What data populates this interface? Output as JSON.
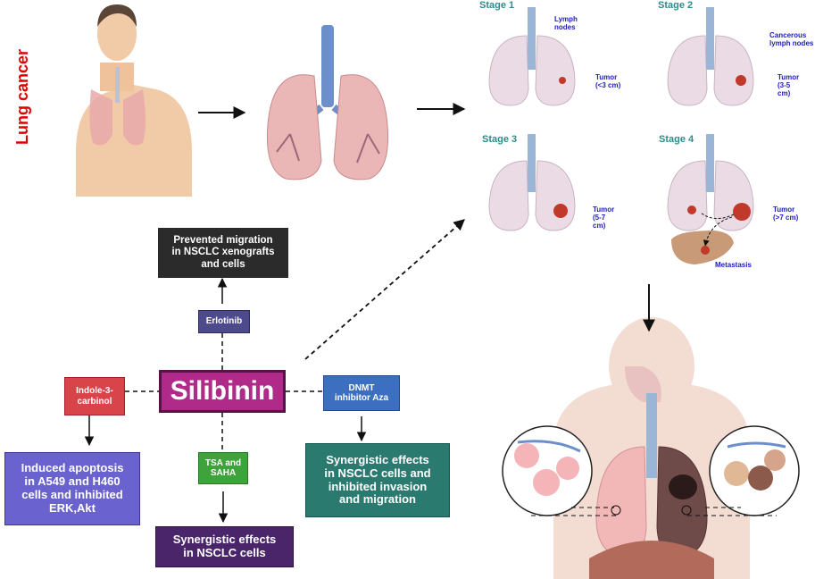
{
  "title_vertical": "Lung cancer",
  "center": {
    "label": "Silibinin"
  },
  "modulators": {
    "erlotinib": "Erlotinib",
    "indole": "Indole-3-\ncarbinol",
    "tsa": "TSA and\nSAHA",
    "dnmt": "DNMT\ninhibitor Aza"
  },
  "effects": {
    "migration": "Prevented migration\nin NSCLC xenografts\nand cells",
    "apoptosis": "Induced apoptosis\nin A549 and H460\ncells and inhibited\nERK,Akt",
    "synergy_tsa": "Synergistic effects\nin NSCLC cells",
    "synergy_dnmt": "Synergistic effects\nin NSCLC cells and\ninhibited invasion\nand migration"
  },
  "stages": [
    {
      "name": "Stage 1",
      "notes": [
        "Lymph\nnodes",
        "Tumor\n(<3 cm)"
      ]
    },
    {
      "name": "Stage 2",
      "notes": [
        "Cancerous\nlymph nodes",
        "Tumor\n(3-5\ncm)"
      ]
    },
    {
      "name": "Stage 3",
      "notes": [
        "Tumor\n(5-7\ncm)"
      ]
    },
    {
      "name": "Stage 4",
      "notes": [
        "Tumor\n(>7 cm)",
        "Metastasis"
      ]
    }
  ],
  "colors": {
    "title_red": "#e00000",
    "silibinin_fill": "#b02a8a",
    "erlotinib_fill": "#4e4b8c",
    "indole_fill": "#d9444a",
    "tsa_fill": "#3fa33c",
    "dnmt_fill": "#3d6fc0",
    "migration_fill": "#2b2b2b",
    "apoptosis_fill": "#6a63cf",
    "synergy_tsa_fill": "#4a2569",
    "synergy_dnmt_fill": "#2a7a70",
    "stage_teal": "#2e8b8b",
    "tumor_blue": "#1c1cc0"
  }
}
